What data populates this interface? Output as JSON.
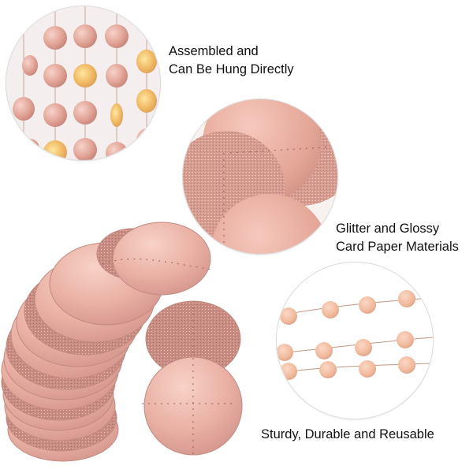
{
  "captions": {
    "top_line1": "Assembled and",
    "top_line2": "Can Be Hung Directly",
    "mid_line1": "Glitter and Glossy",
    "mid_line2": "Card Paper Materials",
    "bottom": "Sturdy, Durable and Reusable"
  },
  "colors": {
    "rose_gold": "#e9b2a6",
    "rose_gold_dark": "#c98c80",
    "glitter": "#d49a8e",
    "gold_highlight": "#f2c36a",
    "string": "#b88a7e"
  }
}
